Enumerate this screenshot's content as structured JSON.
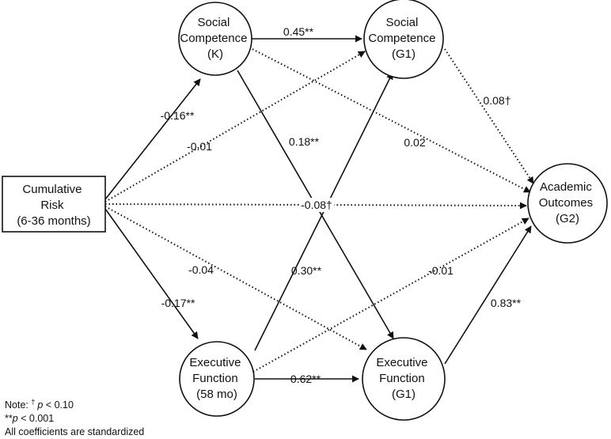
{
  "nodes": {
    "risk": {
      "lines": [
        "Cumulative",
        "Risk",
        "(6-36 months)"
      ]
    },
    "sc_k": {
      "lines": [
        "Social",
        "Competence",
        "(K)"
      ]
    },
    "sc_g1": {
      "lines": [
        "Social",
        "Competence",
        "(G1)"
      ]
    },
    "ef_58": {
      "lines": [
        "Executive",
        "Function",
        "(58 mo)"
      ]
    },
    "ef_g1": {
      "lines": [
        "Executive",
        "Function",
        "(G1)"
      ]
    },
    "academic": {
      "lines": [
        "Academic",
        "Outcomes",
        "(G2)"
      ]
    }
  },
  "paths": {
    "risk_sck": "-0.16**",
    "risk_scg1": "-0.01",
    "risk_academic": "-0.08†",
    "risk_efg1": "-0.04",
    "risk_ef58": "-0.17**",
    "sck_scg1": "0.45**",
    "sck_academic": "0.02",
    "sck_efg1": "0.18**",
    "scg1_academic": "0.08†",
    "ef58_scg1": "0.30**",
    "ef58_academic": "-0.01",
    "ef58_efg1": "0.62**",
    "efg1_academic": "0.83**"
  },
  "note": {
    "line1_prefix": "Note: ",
    "line1_dagger": "†",
    "line1_p": "p",
    "line1_rest": " < 0.10",
    "line2_prefix": "**",
    "line2_p": "p",
    "line2_rest": " < 0.001",
    "line3": "All coefficients are standardized"
  },
  "colors": {
    "ink": "#111111",
    "background": "#ffffff"
  }
}
